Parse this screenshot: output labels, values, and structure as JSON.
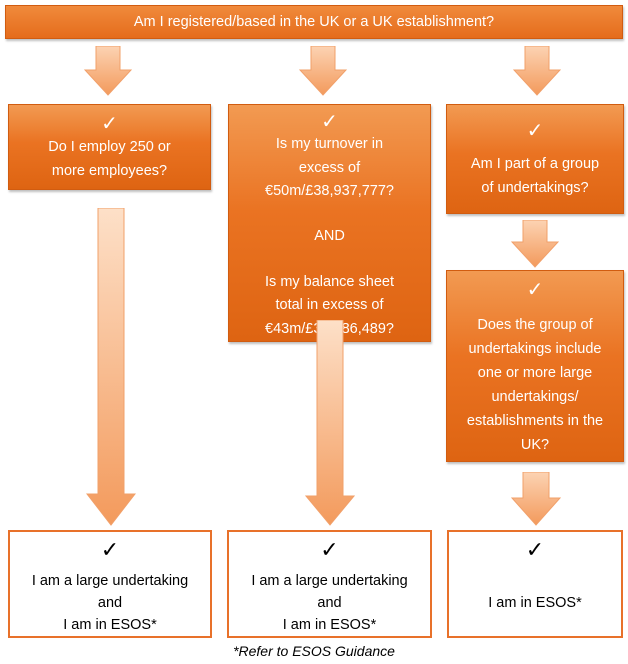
{
  "header": {
    "question": "Am I registered/based in the UK or a UK establishment?"
  },
  "check_symbol": "✓",
  "column1": {
    "question_lines": [
      "Do I employ 250 or",
      "more employees?"
    ],
    "result_lines": [
      "I am a large undertaking",
      "and",
      "I am in ESOS*"
    ]
  },
  "column2": {
    "question_lines": [
      "Is my turnover in",
      "excess of",
      "€50m/£38,937,777?",
      "",
      "AND",
      "",
      "Is my balance sheet",
      "total in excess of",
      "€43m/£33,486,489?"
    ],
    "result_lines": [
      "I am a large undertaking",
      "and",
      "I am in ESOS*"
    ]
  },
  "column3": {
    "question1_lines": [
      "Am I part of a group",
      "of undertakings?"
    ],
    "question2_lines": [
      "Does the group of",
      "undertakings include",
      "one or more large",
      "undertakings/",
      "establishments in the",
      "UK?"
    ],
    "result_lines": [
      "I am in ESOS*"
    ]
  },
  "footnote": "*Refer to ESOS Guidance",
  "colors": {
    "box_orange": "#e8701f",
    "arrow_fill": "#f7b88a",
    "border": "#e8712a"
  }
}
